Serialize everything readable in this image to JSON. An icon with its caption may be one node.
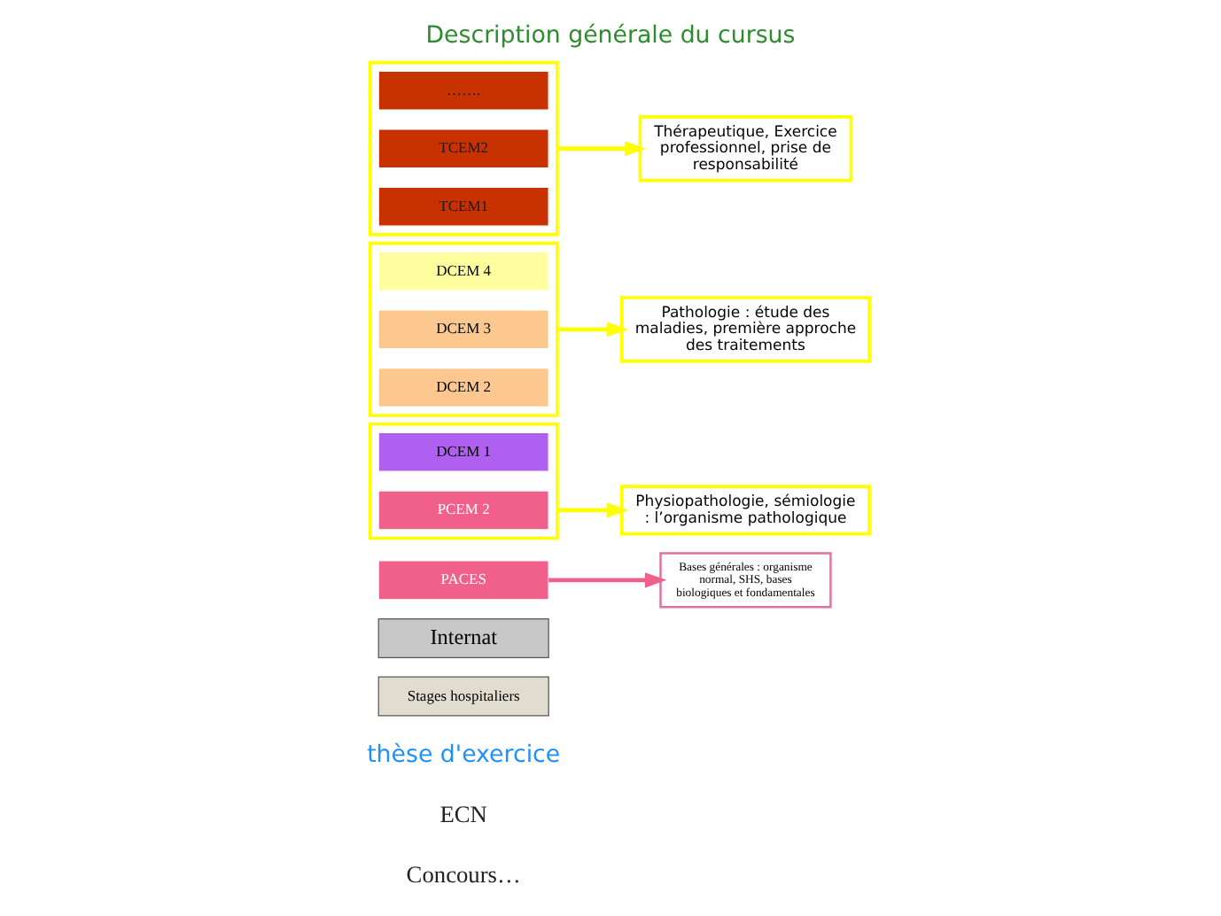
{
  "diagram": {
    "title": "Description générale du cursus",
    "nodes": [
      {
        "text": [],
        "shape": "box"
      },
      {
        "text": [
          "……."
        ],
        "in": 0
      },
      {
        "text": [
          "TCEM2"
        ],
        "in": 0
      },
      {
        "text": [
          "TCEM1"
        ],
        "in": 0
      },
      {
        "text": [
          "Thérapeutique, Exercice professionnel, prise de responsabilité"
        ]
      },
      {
        "text": [],
        "shape": "box"
      },
      {
        "text": [
          "DCEM 4"
        ],
        "in": 5
      },
      {
        "text": [
          "DCEM 3"
        ],
        "in": 5
      },
      {
        "text": [
          "DCEM 2"
        ],
        "in": 5
      },
      {
        "text": [
          "Pathologie : étude des maladies, première approche des traitements"
        ]
      },
      {
        "text": [],
        "shape": "box"
      },
      {
        "text": [
          "DCEM 1"
        ],
        "in": 10
      },
      {
        "text": [
          "PCEM 2"
        ],
        "in": 10
      },
      {
        "text": [
          "Physiopathologie, sémiologie : l’organisme pathologique"
        ]
      },
      {
        "text": [
          "PACES"
        ]
      },
      {
        "text": [
          "Bases générales : organisme normal, SHS, bases biologiques et fondamentales"
        ]
      },
      {
        "text": [
          "Internat"
        ]
      },
      {
        "text": [
          "Stages hospitaliers"
        ]
      }
    ],
    "edges": [
      {
        "from": 0,
        "to": 4,
        "arrow": "to"
      },
      {
        "from": 5,
        "to": 9,
        "arrow": "to"
      },
      {
        "from": 10,
        "to": 13,
        "arrow": "to"
      },
      {
        "from": 14,
        "to": 15,
        "arrow": "to",
        "color": "#f0608a"
      }
    ],
    "labels": [
      "thèse d'exercice",
      "ECN",
      "Concours…"
    ]
  }
}
